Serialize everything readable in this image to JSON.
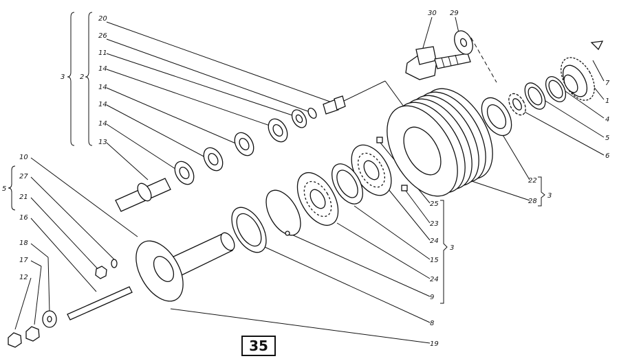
{
  "figure": {
    "number": "35"
  },
  "callouts": {
    "c20": "20",
    "c26": "26",
    "c11": "11",
    "c14a": "14",
    "c14b": "14",
    "c14c": "14",
    "c14d": "14",
    "c13": "13",
    "c10": "10",
    "c27": "27",
    "c21": "21",
    "c16": "16",
    "c18": "18",
    "c17": "17",
    "c12": "12",
    "c30": "30",
    "c29": "29",
    "c7": "7",
    "c1": "1",
    "c4": "4",
    "c5": "5",
    "c6": "6",
    "c22": "22",
    "c28": "28",
    "c25": "25",
    "c23": "23",
    "c24a": "24",
    "c15": "15",
    "c24b": "24",
    "c9": "9",
    "c8": "8",
    "c19": "19"
  },
  "groups": {
    "g3_top": "3",
    "g2_top": "2",
    "g5_left": "5",
    "g3_right_mid": "3",
    "g3_right_low": "3"
  }
}
